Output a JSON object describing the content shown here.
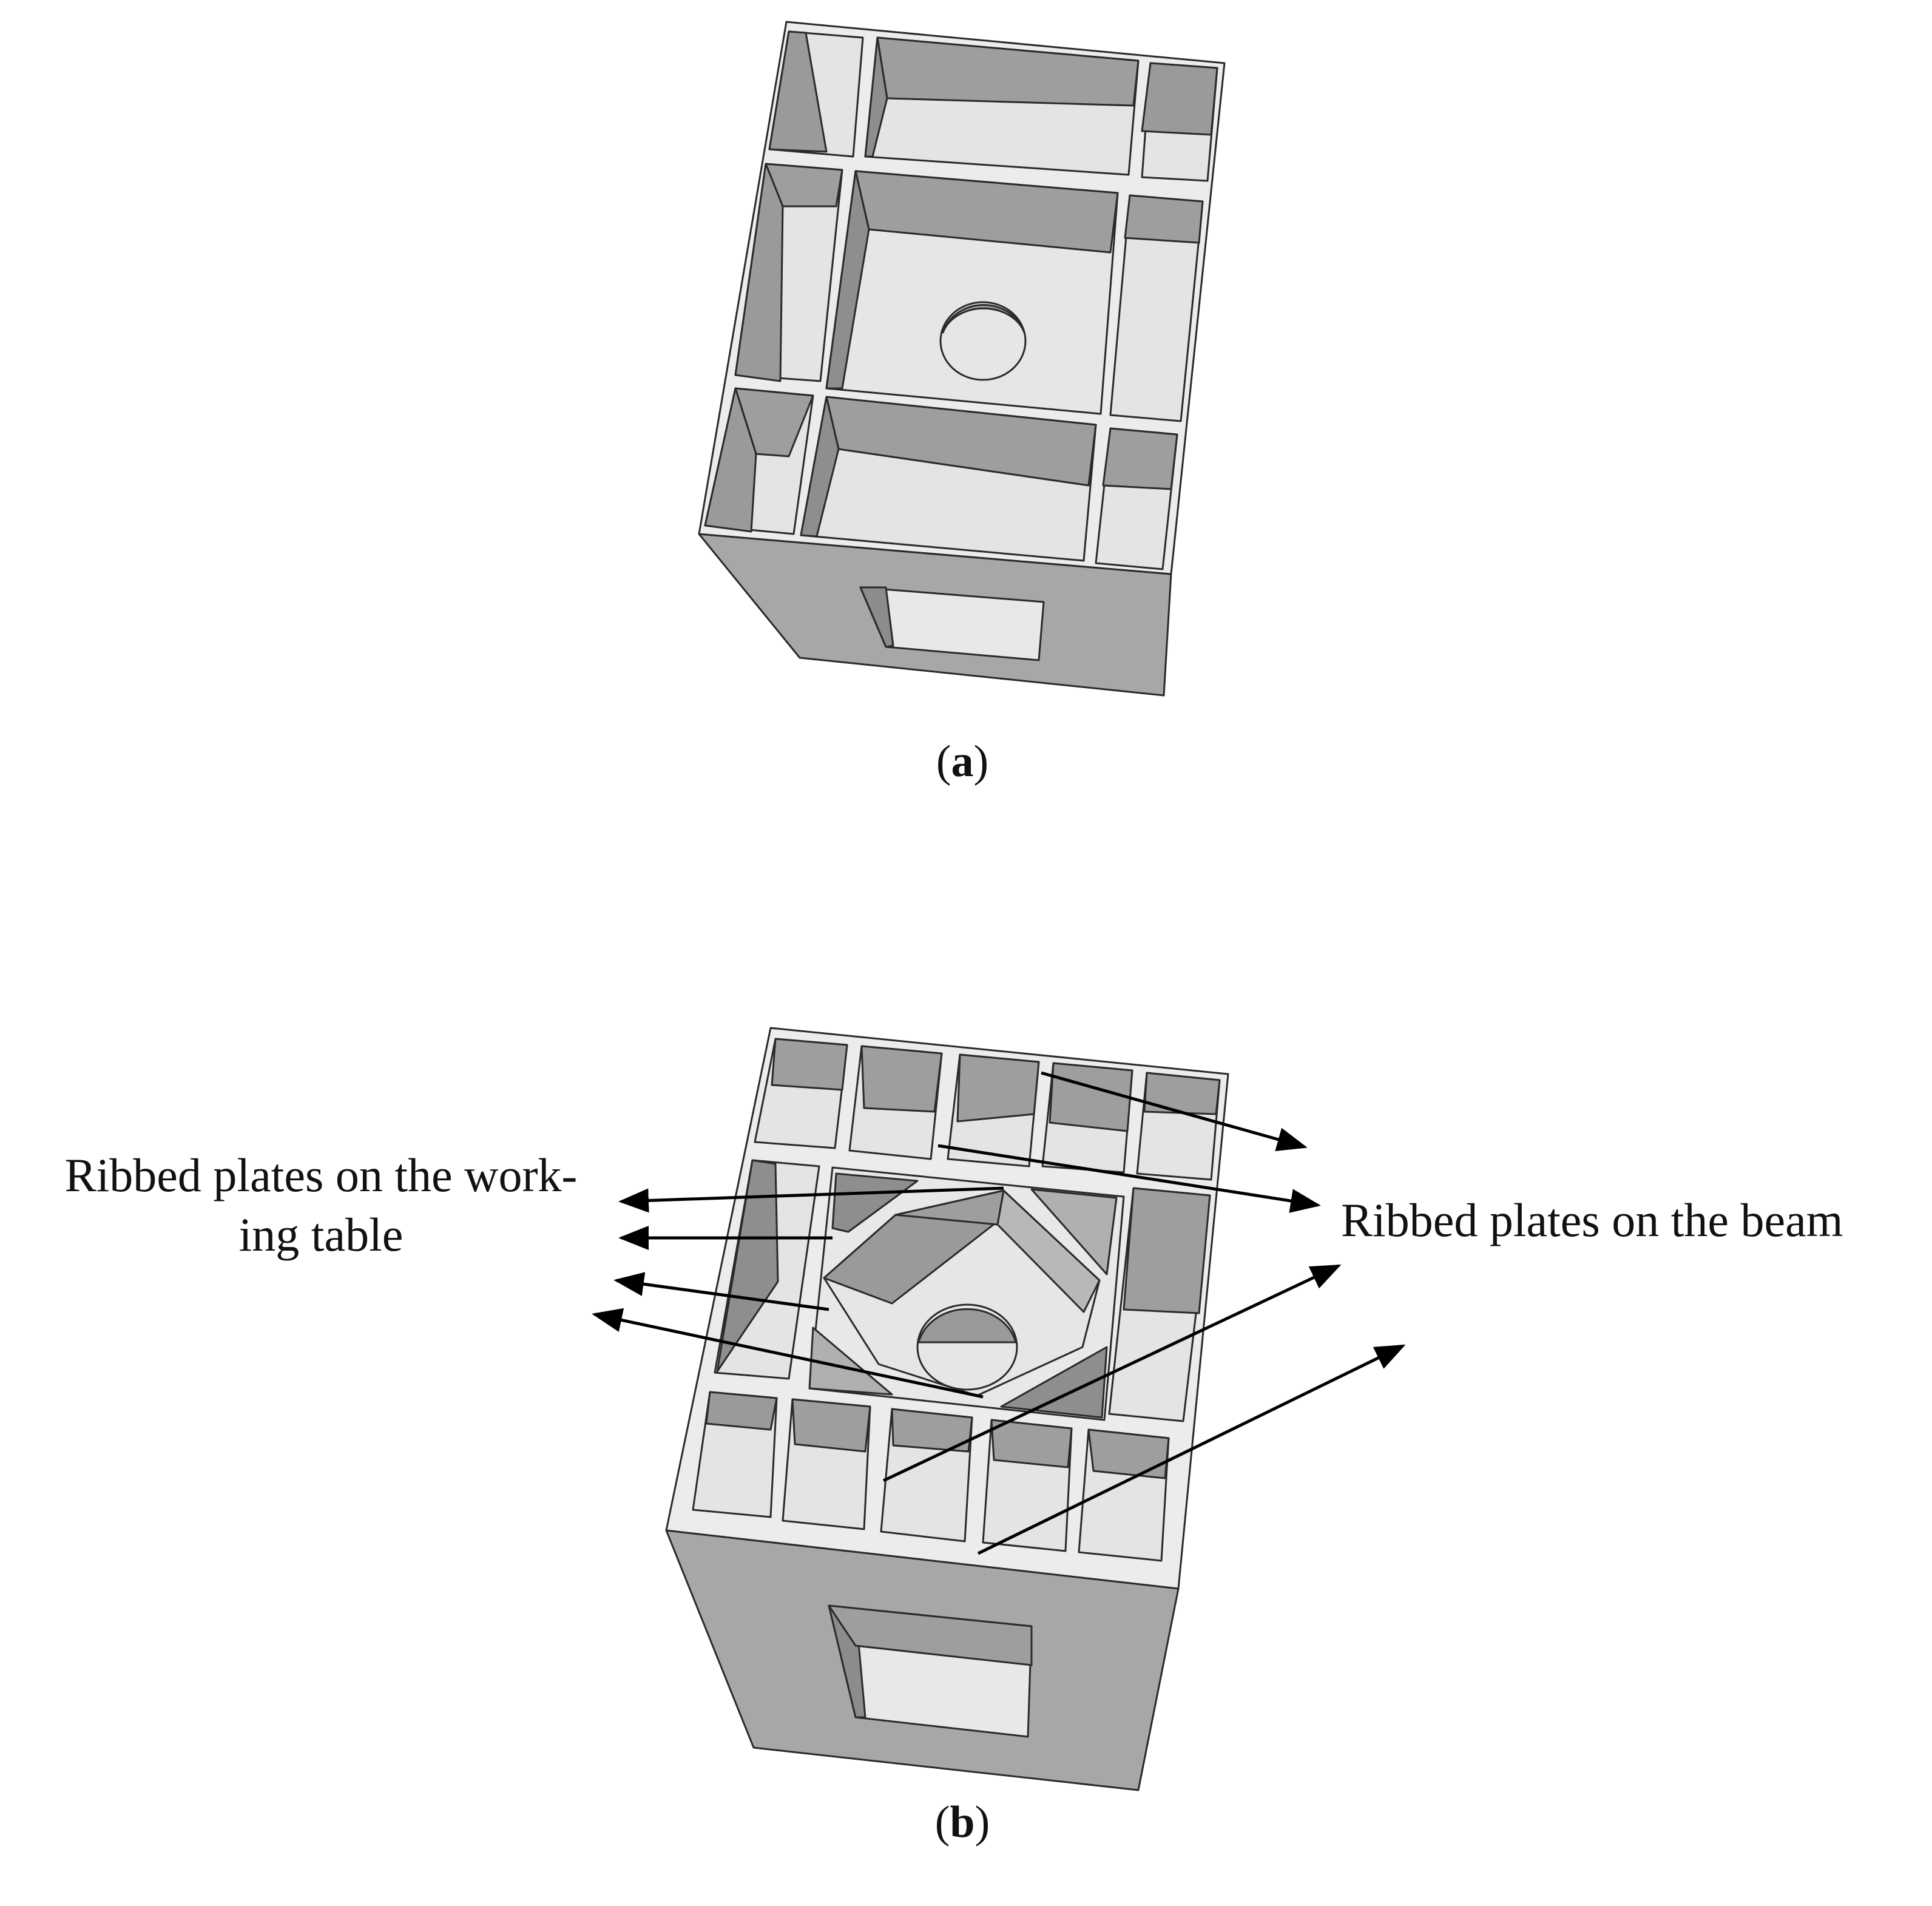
{
  "captions": {
    "a": "a",
    "b": "b"
  },
  "callouts": {
    "worktable_line1": "Ribbed plates on the work-",
    "worktable_line2": "ing table",
    "beam": "Ribbed plates on the beam"
  },
  "colors": {
    "frame_fill": "#ececec",
    "dark_wall": "#9a9a9a",
    "mid_wall": "#b4b4b4",
    "floor": "#e4e4e4",
    "outline": "#2a2a2a",
    "arrow": "#000000"
  }
}
